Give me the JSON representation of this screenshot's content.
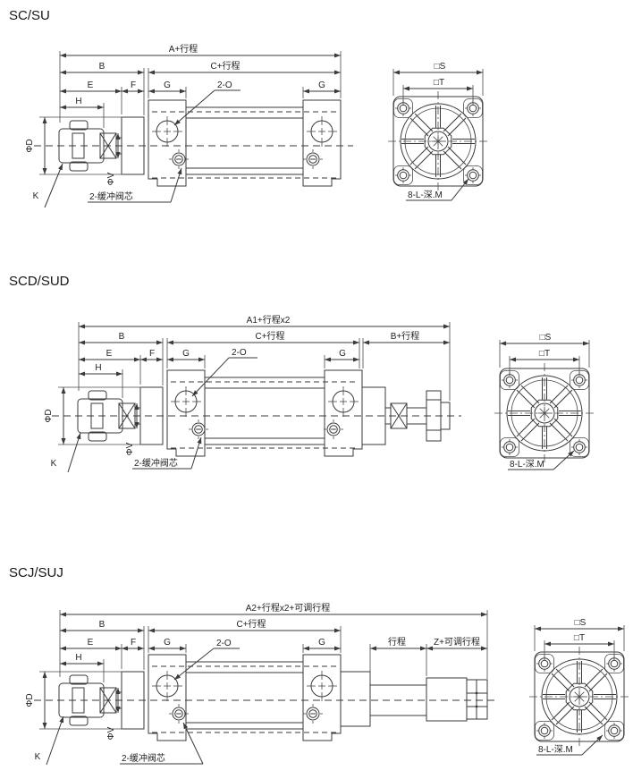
{
  "page": {
    "background": "#ffffff",
    "line_color": "#3a3a3a",
    "text_color": "#222222"
  },
  "sections": [
    {
      "title": "SC/SU",
      "dims": {
        "total": "A+行程",
        "b": "B",
        "c": "C+行程",
        "e": "E",
        "f": "F",
        "g_front": "G",
        "g_rear": "G",
        "h": "H",
        "port_note": "2-O",
        "rod_dia": "ΦD",
        "cushion_dia": "ΦV",
        "rod_end": "K",
        "cushion_note": "2-缓冲阀芯",
        "flange_s": "□S",
        "flange_t": "□T",
        "bolt_note": "8-L-深.M"
      }
    },
    {
      "title": "SCD/SUD",
      "dims": {
        "total": "A1+行程x2",
        "b": "B",
        "c": "C+行程",
        "b_stroke": "B+行程",
        "e": "E",
        "f": "F",
        "g_front": "G",
        "g_rear": "G",
        "h": "H",
        "port_note": "2-O",
        "rod_dia": "ΦD",
        "cushion_dia": "ΦV",
        "rod_end": "K",
        "cushion_note": "2-缓冲阀芯",
        "flange_s": "□S",
        "flange_t": "□T",
        "bolt_note": "8-L-深.M"
      }
    },
    {
      "title": "SCJ/SUJ",
      "dims": {
        "total": "A2+行程x2+可调行程",
        "b": "B",
        "c": "C+行程",
        "stroke": "行程",
        "z_adjust": "Z+可调行程",
        "e": "E",
        "f": "F",
        "g_front": "G",
        "g_rear": "G",
        "h": "H",
        "port_note": "2-O",
        "rod_dia": "ΦD",
        "cushion_dia": "ΦV",
        "rod_end": "K",
        "cushion_note": "2-缓冲阀芯",
        "flange_s": "□S",
        "flange_t": "□T",
        "bolt_note": "8-L-深.M"
      }
    }
  ]
}
